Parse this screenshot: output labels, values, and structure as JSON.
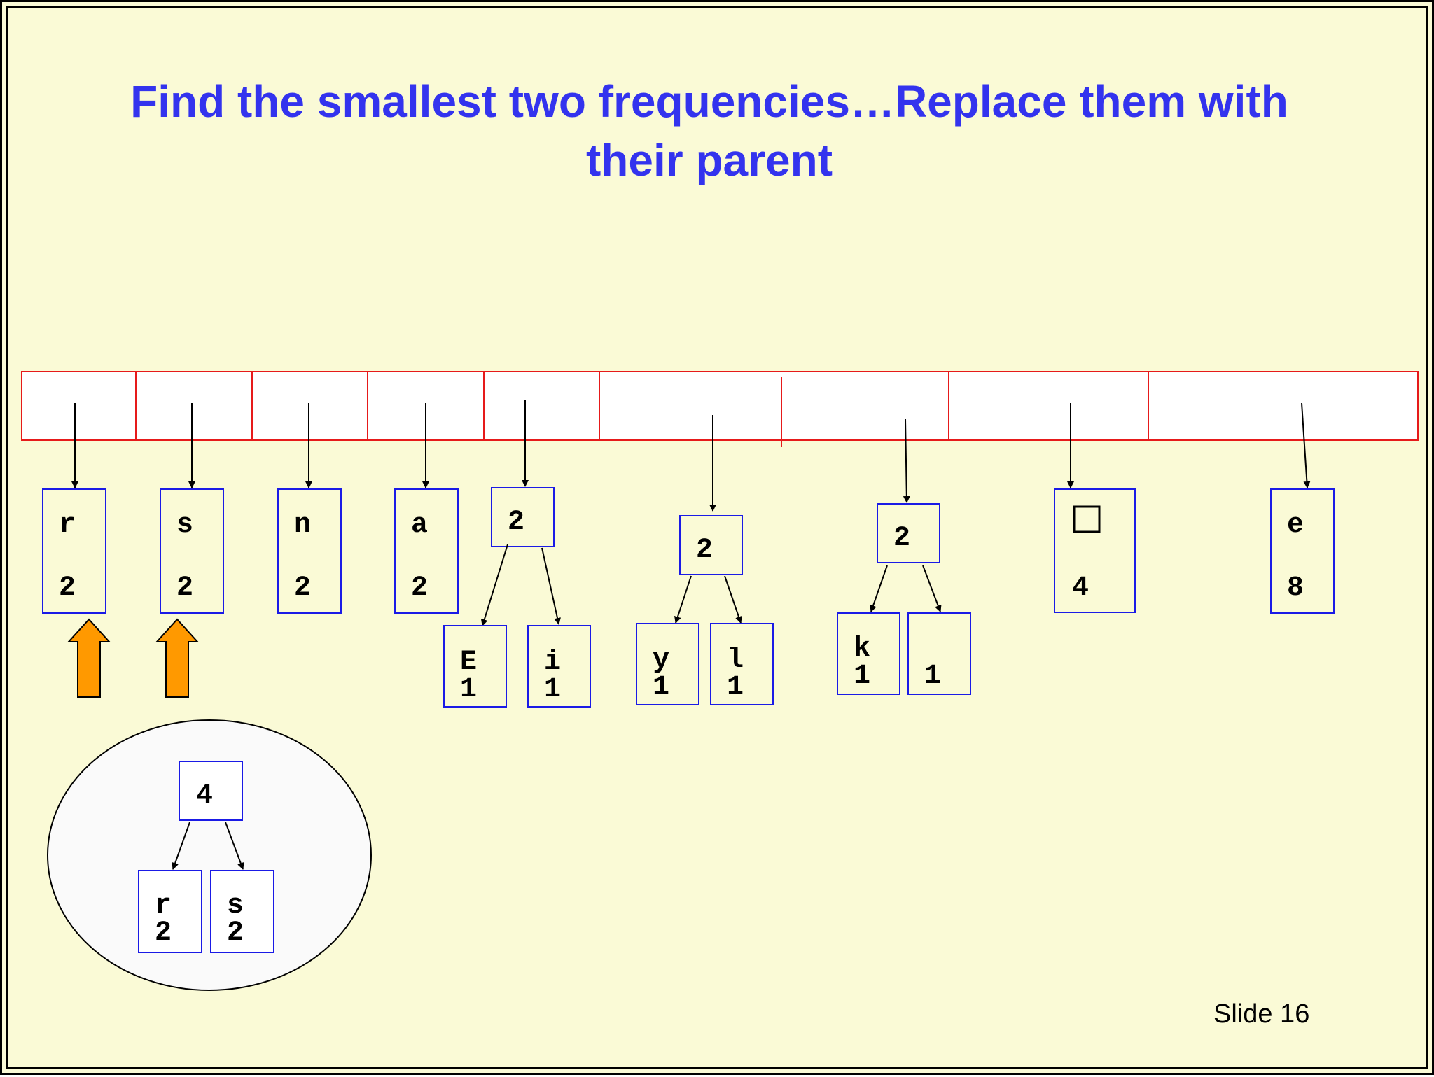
{
  "title": "Find the smallest two frequencies…Replace them with their parent",
  "slide_label": "Slide 16",
  "colors": {
    "background": "#fafad6",
    "title": "#3333ee",
    "node_border": "#1a1ae6",
    "array_border": "#e61a1a",
    "highlight_arrow": "#ff9900"
  },
  "array": {
    "slot_count": 9
  },
  "nodes": {
    "r": {
      "char": "r",
      "freq": "2"
    },
    "s": {
      "char": "s",
      "freq": "2"
    },
    "n": {
      "char": "n",
      "freq": "2"
    },
    "a": {
      "char": "a",
      "freq": "2"
    },
    "space": {
      "char": "",
      "freq": "4"
    },
    "e": {
      "char": "e",
      "freq": "8"
    }
  },
  "subtrees": {
    "ei": {
      "root": "2",
      "left": {
        "char": "E",
        "freq": "1"
      },
      "right": {
        "char": "i",
        "freq": "1"
      }
    },
    "yl": {
      "root": "2",
      "left": {
        "char": "y",
        "freq": "1"
      },
      "right": {
        "char": "l",
        "freq": "1"
      }
    },
    "ki": {
      "root": "2",
      "left": {
        "char": "k",
        "freq": "1"
      },
      "right": {
        "char": "",
        "freq": "1"
      }
    },
    "rs": {
      "root": "4",
      "left": {
        "char": "r",
        "freq": "2"
      },
      "right": {
        "char": "s",
        "freq": "2"
      }
    }
  },
  "highlight_arrows_icon": "up-arrow-icon",
  "space_symbol_icon": "square-icon"
}
